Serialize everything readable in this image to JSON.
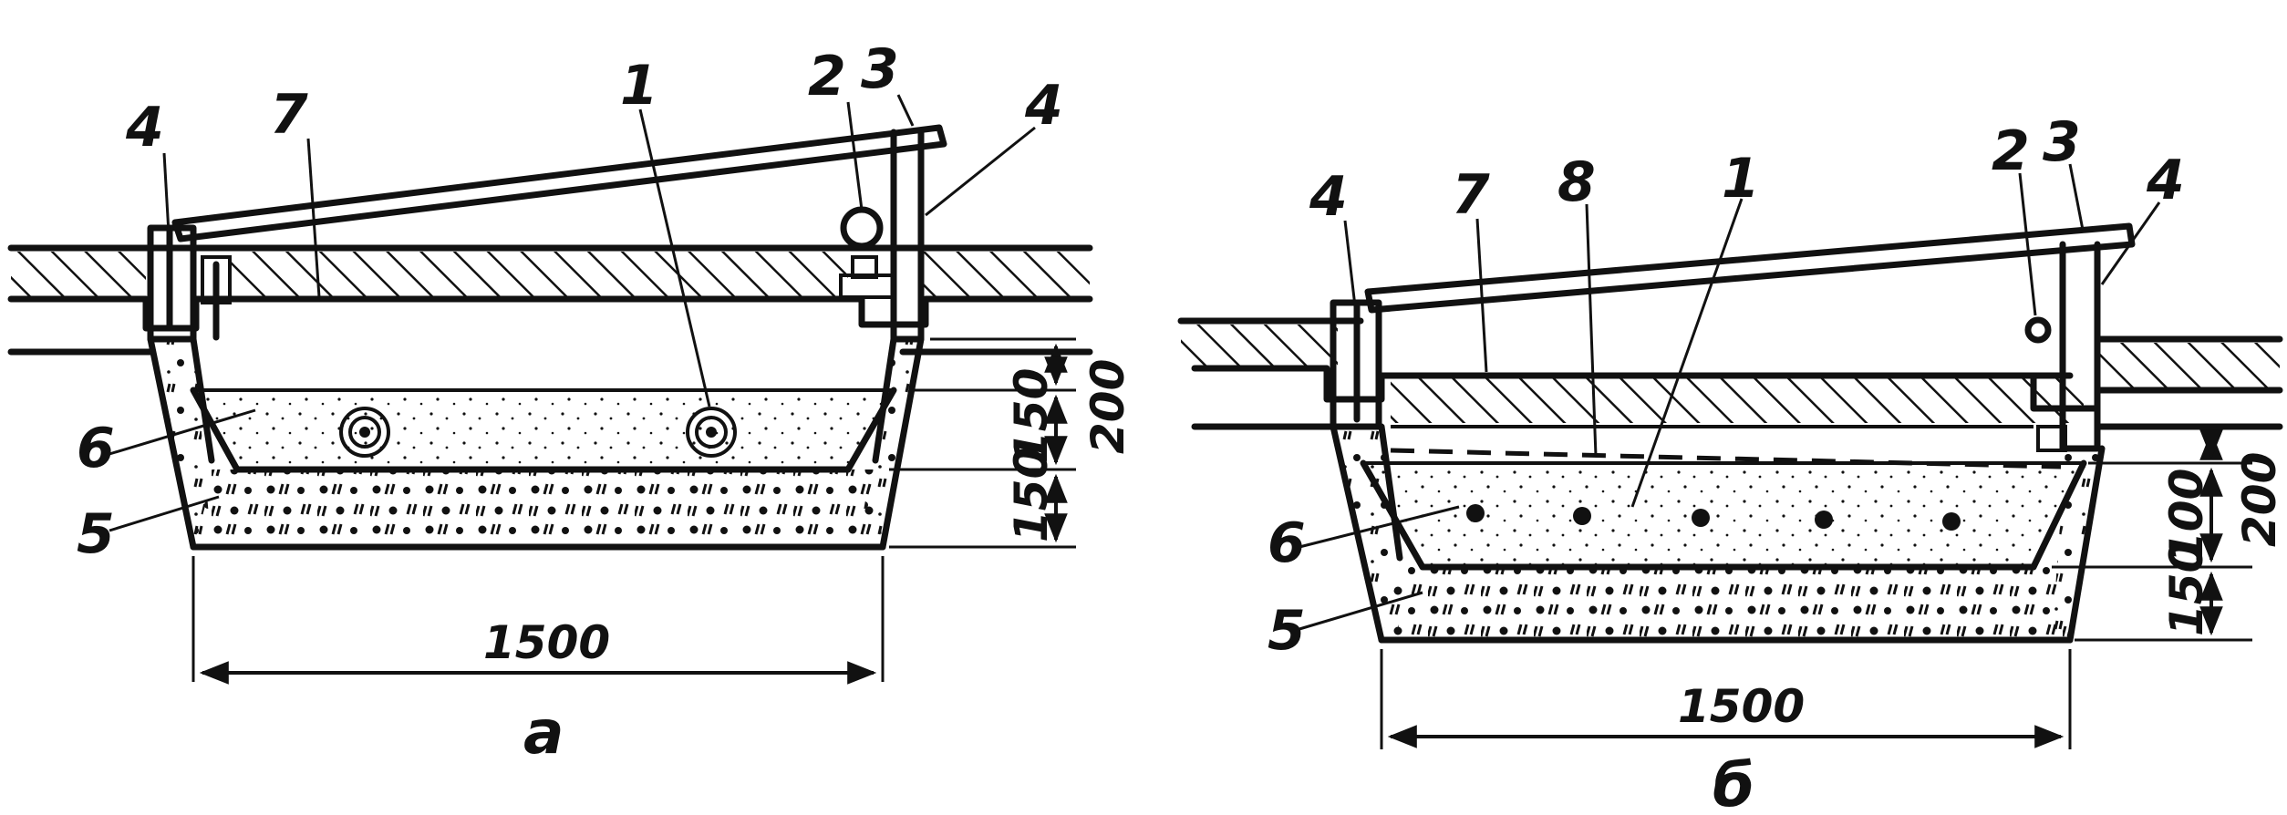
{
  "panels": [
    {
      "caption": "а",
      "labels": [
        "1",
        "2",
        "3",
        "4",
        "4",
        "5",
        "6",
        "7"
      ],
      "dim_width": "1500",
      "dim_heights": [
        "150",
        "150"
      ],
      "dim_total": "200"
    },
    {
      "caption": "б",
      "labels": [
        "1",
        "2",
        "3",
        "4",
        "4",
        "5",
        "6",
        "7",
        "8"
      ],
      "dim_width": "1500",
      "dim_heights": [
        "100",
        "150"
      ],
      "dim_total": "200"
    }
  ],
  "colors": {
    "ink": "#111111",
    "paper": "#ffffff"
  }
}
